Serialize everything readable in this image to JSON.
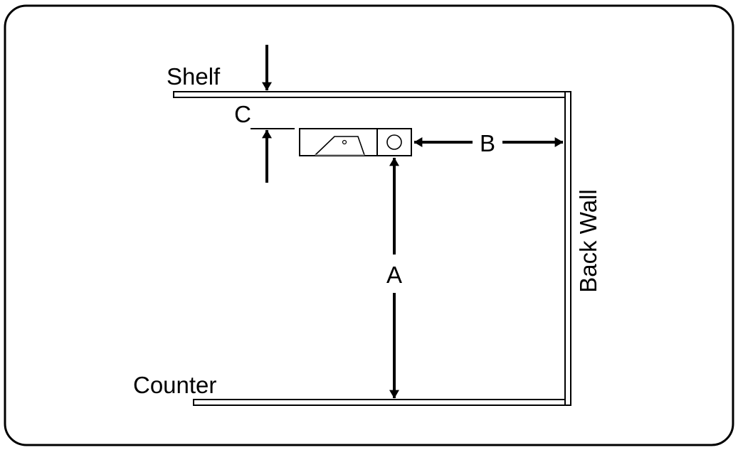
{
  "labels": {
    "shelf": "Shelf",
    "counter": "Counter",
    "back_wall": "Back Wall",
    "dim_a": "A",
    "dim_b": "B",
    "dim_c": "C"
  },
  "colors": {
    "stroke": "#000000",
    "fill": "#ffffff",
    "device_detail": "#9a9a9a"
  }
}
